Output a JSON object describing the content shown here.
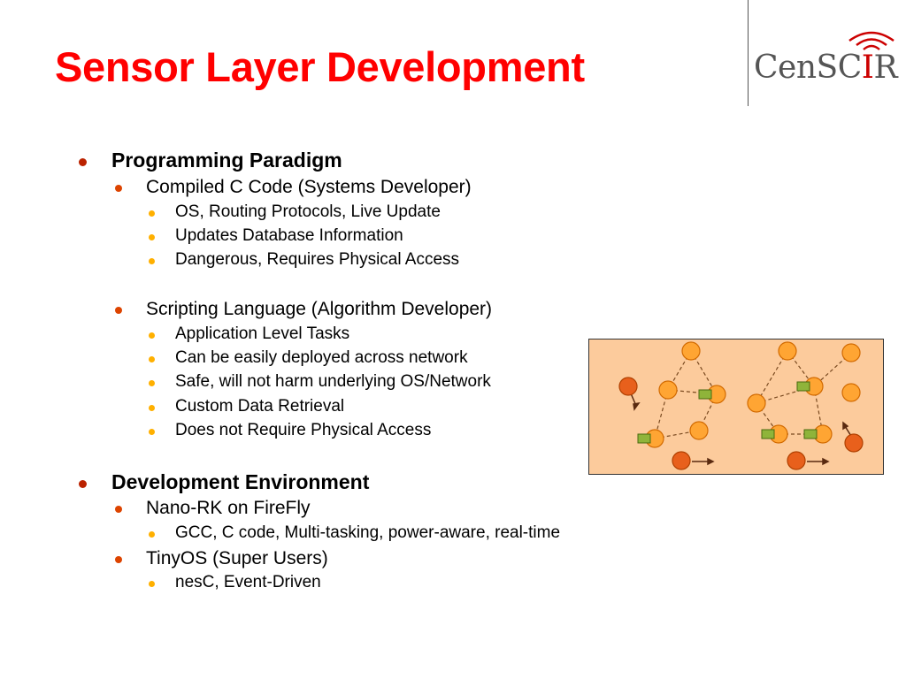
{
  "title": "Sensor Layer Development",
  "logo": {
    "text_main": "CenSC",
    "text_accent": "I",
    "text_end": "R",
    "accent_color": "#cc0000",
    "gray_color": "#555555"
  },
  "outline": [
    {
      "level": 1,
      "text": "Programming Paradigm",
      "y": 0
    },
    {
      "level": 2,
      "text": "Compiled C Code (Systems Developer)"
    },
    {
      "level": 3,
      "text": "OS, Routing Protocols, Live Update"
    },
    {
      "level": 3,
      "text": "Updates Database Information"
    },
    {
      "level": 3,
      "text": "Dangerous, Requires Physical Access"
    },
    {
      "level": 2,
      "text": "Scripting Language (Algorithm Developer)"
    },
    {
      "level": 3,
      "text": "Application Level Tasks"
    },
    {
      "level": 3,
      "text": "Can be easily deployed across network"
    },
    {
      "level": 3,
      "text": "Safe, will not harm underlying OS/Network"
    },
    {
      "level": 3,
      "text": "Custom Data Retrieval"
    },
    {
      "level": 3,
      "text": "Does not Require Physical Access"
    },
    {
      "level": 1,
      "text": "Development Environment"
    },
    {
      "level": 2,
      "text": "Nano-RK on FireFly"
    },
    {
      "level": 3,
      "text": "GCC, C code, Multi-tasking, power-aware, real-time"
    },
    {
      "level": 2,
      "text": "TinyOS (Super Users)"
    },
    {
      "level": 3,
      "text": "nesC, Event-Driven"
    }
  ],
  "colors": {
    "title": "#ff0000",
    "bullet_level1": "#bb2200",
    "bullet_level2": "#dd4400",
    "bullet_level3": "#ffb000",
    "diagram_background": "#fccb9c",
    "node_fill": "#ffa533",
    "source_node_fill": "#e8601c",
    "packet_fill": "#8fb43a",
    "edge_color": "#7a4a20"
  }
}
